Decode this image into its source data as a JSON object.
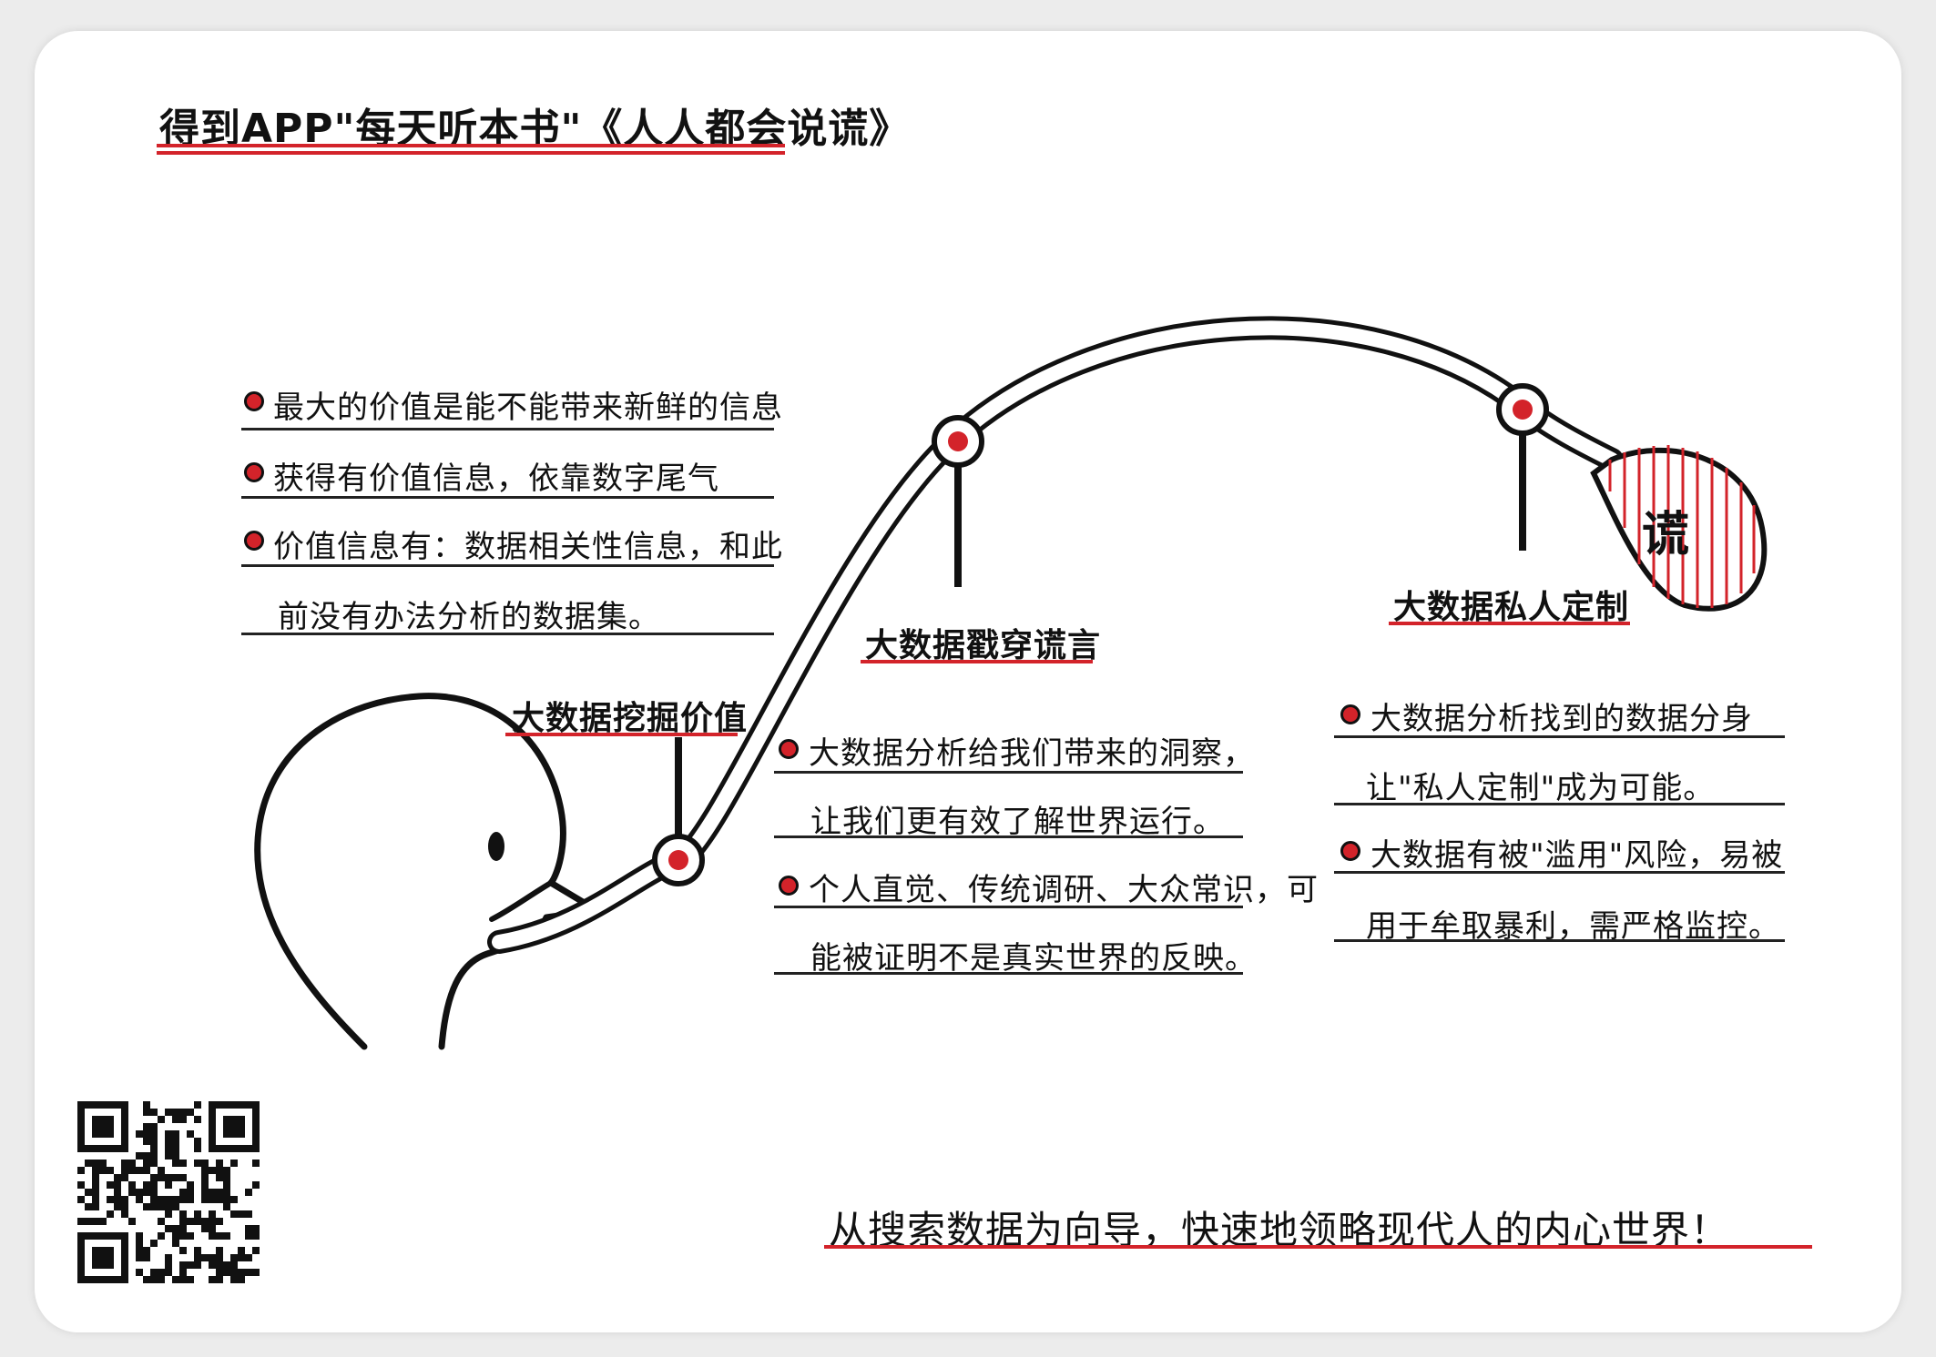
{
  "title": "得到APP\"每天听本书\"《人人都会说谎》",
  "left_notes": [
    "最大的价值是能不能带来新鲜的信息",
    "获得有价值信息，依靠数字尾气",
    "价值信息有：数据相关性信息，和此",
    "前没有办法分析的数据集。"
  ],
  "node_labels": {
    "mining": "大数据挖掘价值",
    "exposing": "大数据戳穿谎言",
    "custom": "大数据私人定制"
  },
  "balloon_char": "谎",
  "middle_notes": [
    "大数据分析给我们带来的洞察，",
    "让我们更有效了解世界运行。",
    "个人直觉、传统调研、大众常识，可",
    "能被证明不是真实世界的反映。"
  ],
  "right_notes": [
    "大数据分析找到的数据分身",
    "让\"私人定制\"成为可能。",
    "大数据有被\"滥用\"风险，易被",
    "用于牟取暴利，需严格监控。"
  ],
  "slogan": "从搜索数据为向导，快速地领略现代人的内心世界！",
  "colors": {
    "accent": "#d3232a",
    "ink": "#111111",
    "paper": "#ffffff",
    "background": "#ececec"
  }
}
